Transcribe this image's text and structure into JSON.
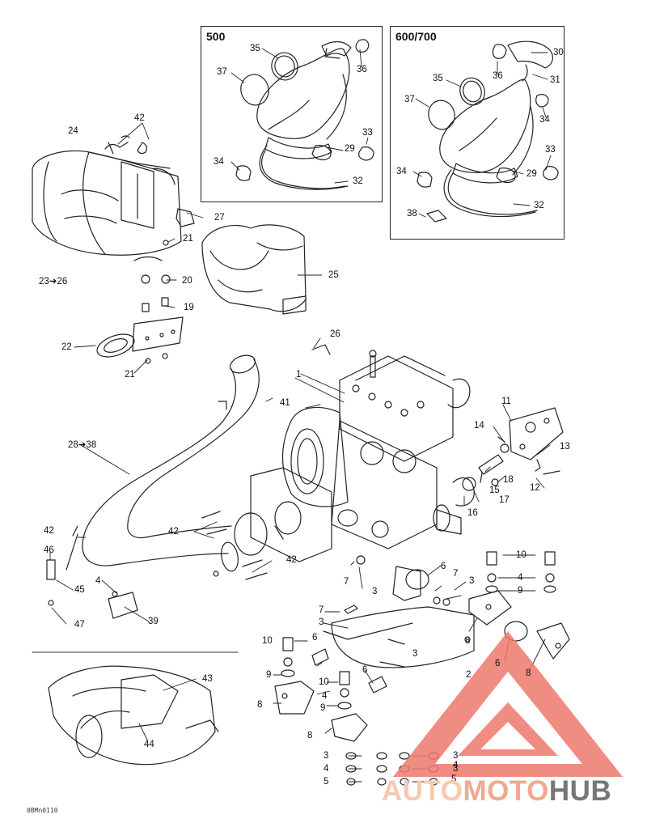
{
  "insets": [
    {
      "title": "500"
    },
    {
      "title": "600/700"
    }
  ],
  "callouts": [
    {
      "id": "c1",
      "text": "1"
    },
    {
      "id": "c2",
      "text": "2"
    },
    {
      "id": "c3a",
      "text": "3"
    },
    {
      "id": "c3b",
      "text": "3"
    },
    {
      "id": "c3c",
      "text": "3"
    },
    {
      "id": "c3d",
      "text": "3"
    },
    {
      "id": "c3e",
      "text": "3"
    },
    {
      "id": "c3f",
      "text": "3"
    },
    {
      "id": "c3g",
      "text": "3"
    },
    {
      "id": "c4a",
      "text": "4"
    },
    {
      "id": "c4b",
      "text": "4"
    },
    {
      "id": "c4c",
      "text": "4"
    },
    {
      "id": "c4d",
      "text": "4"
    },
    {
      "id": "c4e",
      "text": "4"
    },
    {
      "id": "c5a",
      "text": "5"
    },
    {
      "id": "c5b",
      "text": "5"
    },
    {
      "id": "c6a",
      "text": "6"
    },
    {
      "id": "c6b",
      "text": "6"
    },
    {
      "id": "c6c",
      "text": "6"
    },
    {
      "id": "c6d",
      "text": "6"
    },
    {
      "id": "c7a",
      "text": "7"
    },
    {
      "id": "c7b",
      "text": "7"
    },
    {
      "id": "c7c",
      "text": "7"
    },
    {
      "id": "c8a",
      "text": "8"
    },
    {
      "id": "c8b",
      "text": "8"
    },
    {
      "id": "c8c",
      "text": "8"
    },
    {
      "id": "c8d",
      "text": "8"
    },
    {
      "id": "c9a",
      "text": "9"
    },
    {
      "id": "c9b",
      "text": "9"
    },
    {
      "id": "c9c",
      "text": "9"
    },
    {
      "id": "c10a",
      "text": "10"
    },
    {
      "id": "c10b",
      "text": "10"
    },
    {
      "id": "c10c",
      "text": "10"
    },
    {
      "id": "c11",
      "text": "11"
    },
    {
      "id": "c12",
      "text": "12"
    },
    {
      "id": "c13",
      "text": "13"
    },
    {
      "id": "c14",
      "text": "14"
    },
    {
      "id": "c15",
      "text": "15"
    },
    {
      "id": "c16",
      "text": "16"
    },
    {
      "id": "c17",
      "text": "17"
    },
    {
      "id": "c18",
      "text": "18"
    },
    {
      "id": "c19",
      "text": "19"
    },
    {
      "id": "c20",
      "text": "20"
    },
    {
      "id": "c21a",
      "text": "21"
    },
    {
      "id": "c21b",
      "text": "21"
    },
    {
      "id": "c22",
      "text": "22"
    },
    {
      "id": "c23",
      "text": "23➔26"
    },
    {
      "id": "c24",
      "text": "24"
    },
    {
      "id": "c25",
      "text": "25"
    },
    {
      "id": "c26",
      "text": "26"
    },
    {
      "id": "c27",
      "text": "27"
    },
    {
      "id": "c28",
      "text": "28➔38"
    },
    {
      "id": "c29a",
      "text": "29"
    },
    {
      "id": "c29b",
      "text": "29"
    },
    {
      "id": "c30",
      "text": "30"
    },
    {
      "id": "c31",
      "text": "31"
    },
    {
      "id": "c32a",
      "text": "32"
    },
    {
      "id": "c32b",
      "text": "32"
    },
    {
      "id": "c33a",
      "text": "33"
    },
    {
      "id": "c33b",
      "text": "33"
    },
    {
      "id": "c34a",
      "text": "34"
    },
    {
      "id": "c34b",
      "text": "34"
    },
    {
      "id": "c34c",
      "text": "34"
    },
    {
      "id": "c35a",
      "text": "35"
    },
    {
      "id": "c35b",
      "text": "35"
    },
    {
      "id": "c36a",
      "text": "36"
    },
    {
      "id": "c36b",
      "text": "36"
    },
    {
      "id": "c37a",
      "text": "37"
    },
    {
      "id": "c37b",
      "text": "37"
    },
    {
      "id": "c38",
      "text": "38"
    },
    {
      "id": "c39",
      "text": "39"
    },
    {
      "id": "c41",
      "text": "41"
    },
    {
      "id": "c42a",
      "text": "42"
    },
    {
      "id": "c42b",
      "text": "42"
    },
    {
      "id": "c42c",
      "text": "42"
    },
    {
      "id": "c42d",
      "text": "42"
    },
    {
      "id": "c43",
      "text": "43"
    },
    {
      "id": "c44",
      "text": "44"
    },
    {
      "id": "c45",
      "text": "45"
    },
    {
      "id": "c46",
      "text": "46"
    },
    {
      "id": "c47",
      "text": "47"
    }
  ],
  "drawing_code": "0BMn0110",
  "watermark": {
    "part1": "AUTO",
    "part2": "MOTO",
    "part3": "HUB",
    "colors": {
      "light": "#f6c9b2",
      "mid": "#f0a890",
      "grey": "#777777",
      "logo": "#ee7a6e"
    }
  }
}
